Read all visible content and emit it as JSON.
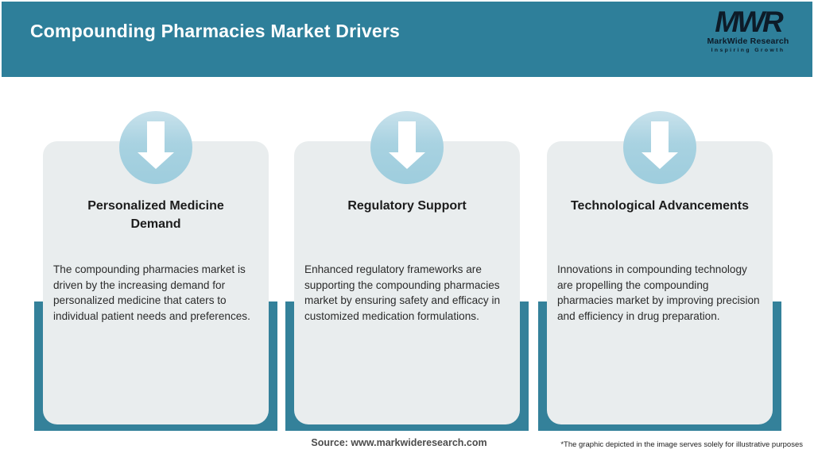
{
  "header": {
    "title": "Compounding Pharmacies Market Drivers"
  },
  "logo": {
    "mark": "MWR",
    "name": "MarkWide Research",
    "tagline": "Inspiring Growth"
  },
  "cards": [
    {
      "icon": "down-arrow-icon",
      "title": "Personalized Medicine Demand",
      "description": "The compounding pharmacies market is driven by the increasing demand for personalized medicine that caters to individual patient needs and preferences."
    },
    {
      "icon": "down-arrow-icon",
      "title": "Regulatory Support",
      "description": "Enhanced regulatory frameworks are supporting the compounding pharmacies market by ensuring safety and efficacy in customized medication formulations."
    },
    {
      "icon": "down-arrow-icon",
      "title": "Technological Advancements",
      "description": "Innovations in compounding technology are propelling the compounding pharmacies market by improving precision and efficiency in drug preparation."
    }
  ],
  "footer": {
    "source": "Source: www.markwideresearch.com",
    "disclaimer": "*The graphic depicted in the image serves solely for illustrative purposes"
  },
  "colors": {
    "header_bg": "#2e7f9a",
    "accent_bar": "#34819a",
    "card_bg": "#e9edee",
    "icon_circle": "#a8d2e1",
    "logo_text": "#0d1b28",
    "title_text": "#ffffff"
  }
}
